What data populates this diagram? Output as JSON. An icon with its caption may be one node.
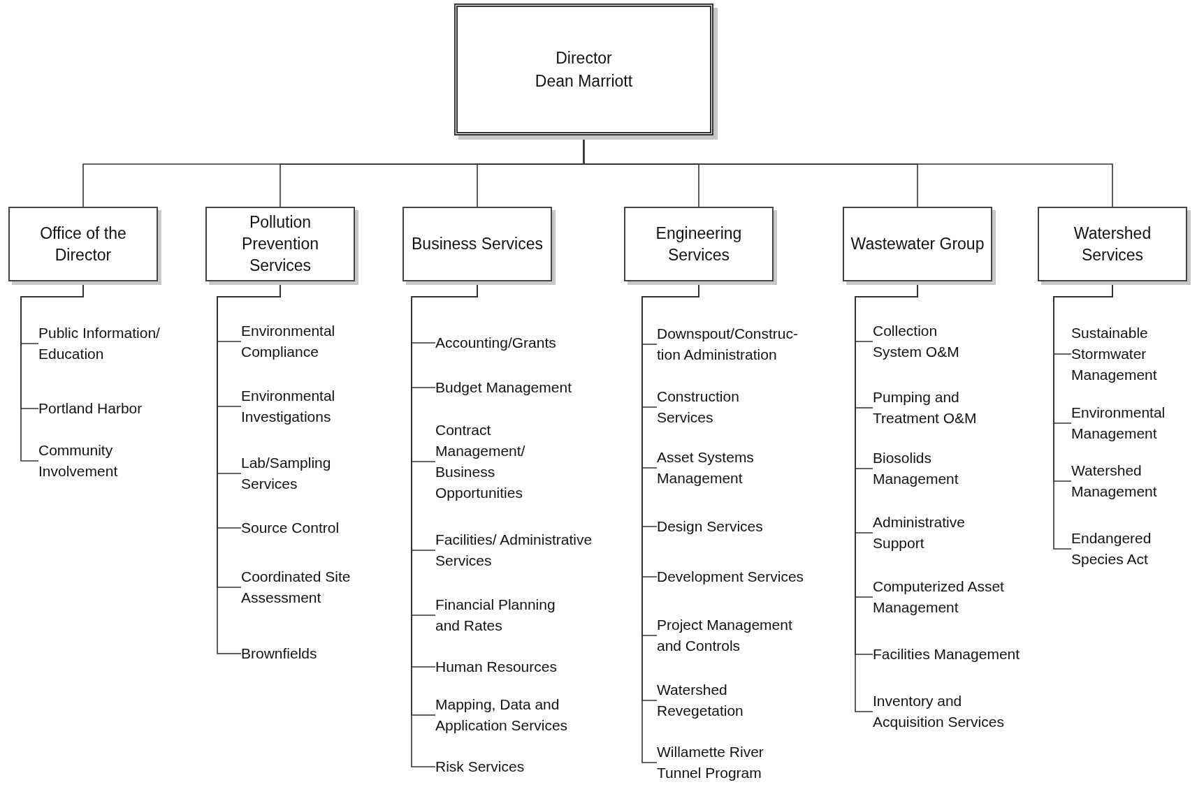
{
  "diagram": {
    "nodes": [
      {
        "text": [
          "Director",
          "Dean Marriott"
        ]
      },
      {
        "text": [
          "Office of the Director"
        ]
      },
      {
        "text": [
          "Pollution Prevention Services"
        ]
      },
      {
        "text": [
          "Business Services"
        ]
      },
      {
        "text": [
          "Engineering Services"
        ]
      },
      {
        "text": [
          "Wastewater Group"
        ]
      },
      {
        "text": [
          "Watershed Services"
        ]
      },
      {
        "text": [
          "Public Information/ Education"
        ]
      },
      {
        "text": [
          "Portland Harbor"
        ]
      },
      {
        "text": [
          "Community Involvement"
        ]
      },
      {
        "text": [
          "Environmental Compliance"
        ]
      },
      {
        "text": [
          "Environmental Investigations"
        ]
      },
      {
        "text": [
          "Lab/Sampling Services"
        ]
      },
      {
        "text": [
          "Source Control"
        ]
      },
      {
        "text": [
          "Coordinated Site Assessment"
        ]
      },
      {
        "text": [
          "Brownfields"
        ]
      },
      {
        "text": [
          "Accounting/Grants"
        ]
      },
      {
        "text": [
          "Budget Management"
        ]
      },
      {
        "text": [
          "Contract Management/ Business Opportunities"
        ]
      },
      {
        "text": [
          "Facilities/ Administrative Services"
        ]
      },
      {
        "text": [
          "Financial Planning and Rates"
        ]
      },
      {
        "text": [
          "Human Resources"
        ]
      },
      {
        "text": [
          "Mapping, Data and Application Services"
        ]
      },
      {
        "text": [
          "Risk Services"
        ]
      },
      {
        "text": [
          "Downspout/Construc- tion Administration"
        ]
      },
      {
        "text": [
          "Construction Services"
        ]
      },
      {
        "text": [
          "Asset Systems Management"
        ]
      },
      {
        "text": [
          "Design Services"
        ]
      },
      {
        "text": [
          "Development Services"
        ]
      },
      {
        "text": [
          "Project Management and Controls"
        ]
      },
      {
        "text": [
          "Watershed Revegetation"
        ]
      },
      {
        "text": [
          "Willamette River Tunnel Program"
        ]
      },
      {
        "text": [
          "Collection System O&M"
        ]
      },
      {
        "text": [
          "Pumping and Treatment O&M"
        ]
      },
      {
        "text": [
          "Biosolids Management"
        ]
      },
      {
        "text": [
          "Administrative Support"
        ]
      },
      {
        "text": [
          "Computerized Asset Management"
        ]
      },
      {
        "text": [
          "Facilities Management"
        ]
      },
      {
        "text": [
          "Inventory and Acquisition Services"
        ]
      },
      {
        "text": [
          "Sustainable Stormwater Management"
        ]
      },
      {
        "text": [
          "Environmental Management"
        ]
      },
      {
        "text": [
          "Watershed Management"
        ]
      },
      {
        "text": [
          "Endangered Species Act"
        ]
      }
    ],
    "edges": [
      {
        "from": 0,
        "to": 1,
        "arrow": "none"
      },
      {
        "from": 0,
        "to": 2,
        "arrow": "none"
      },
      {
        "from": 0,
        "to": 3,
        "arrow": "none"
      },
      {
        "from": 0,
        "to": 4,
        "arrow": "none"
      },
      {
        "from": 0,
        "to": 5,
        "arrow": "none"
      },
      {
        "from": 0,
        "to": 6,
        "arrow": "none"
      },
      {
        "from": 1,
        "to": 7,
        "arrow": "none"
      },
      {
        "from": 1,
        "to": 8,
        "arrow": "none"
      },
      {
        "from": 1,
        "to": 9,
        "arrow": "none"
      },
      {
        "from": 2,
        "to": 10,
        "arrow": "none"
      },
      {
        "from": 2,
        "to": 11,
        "arrow": "none"
      },
      {
        "from": 2,
        "to": 12,
        "arrow": "none"
      },
      {
        "from": 2,
        "to": 13,
        "arrow": "none"
      },
      {
        "from": 2,
        "to": 14,
        "arrow": "none"
      },
      {
        "from": 2,
        "to": 15,
        "arrow": "none"
      },
      {
        "from": 3,
        "to": 16,
        "arrow": "none"
      },
      {
        "from": 3,
        "to": 17,
        "arrow": "none"
      },
      {
        "from": 3,
        "to": 18,
        "arrow": "none"
      },
      {
        "from": 3,
        "to": 19,
        "arrow": "none"
      },
      {
        "from": 3,
        "to": 20,
        "arrow": "none"
      },
      {
        "from": 3,
        "to": 21,
        "arrow": "none"
      },
      {
        "from": 3,
        "to": 22,
        "arrow": "none"
      },
      {
        "from": 3,
        "to": 23,
        "arrow": "none"
      },
      {
        "from": 4,
        "to": 24,
        "arrow": "none"
      },
      {
        "from": 4,
        "to": 25,
        "arrow": "none"
      },
      {
        "from": 4,
        "to": 26,
        "arrow": "none"
      },
      {
        "from": 4,
        "to": 27,
        "arrow": "none"
      },
      {
        "from": 4,
        "to": 28,
        "arrow": "none"
      },
      {
        "from": 4,
        "to": 29,
        "arrow": "none"
      },
      {
        "from": 4,
        "to": 30,
        "arrow": "none"
      },
      {
        "from": 4,
        "to": 31,
        "arrow": "none"
      },
      {
        "from": 5,
        "to": 32,
        "arrow": "none"
      },
      {
        "from": 5,
        "to": 33,
        "arrow": "none"
      },
      {
        "from": 5,
        "to": 34,
        "arrow": "none"
      },
      {
        "from": 5,
        "to": 35,
        "arrow": "none"
      },
      {
        "from": 5,
        "to": 36,
        "arrow": "none"
      },
      {
        "from": 5,
        "to": 37,
        "arrow": "none"
      },
      {
        "from": 5,
        "to": 38,
        "arrow": "none"
      },
      {
        "from": 6,
        "to": 39,
        "arrow": "none"
      },
      {
        "from": 6,
        "to": 40,
        "arrow": "none"
      },
      {
        "from": 6,
        "to": 41,
        "arrow": "none"
      },
      {
        "from": 6,
        "to": 42,
        "arrow": "none"
      }
    ]
  }
}
